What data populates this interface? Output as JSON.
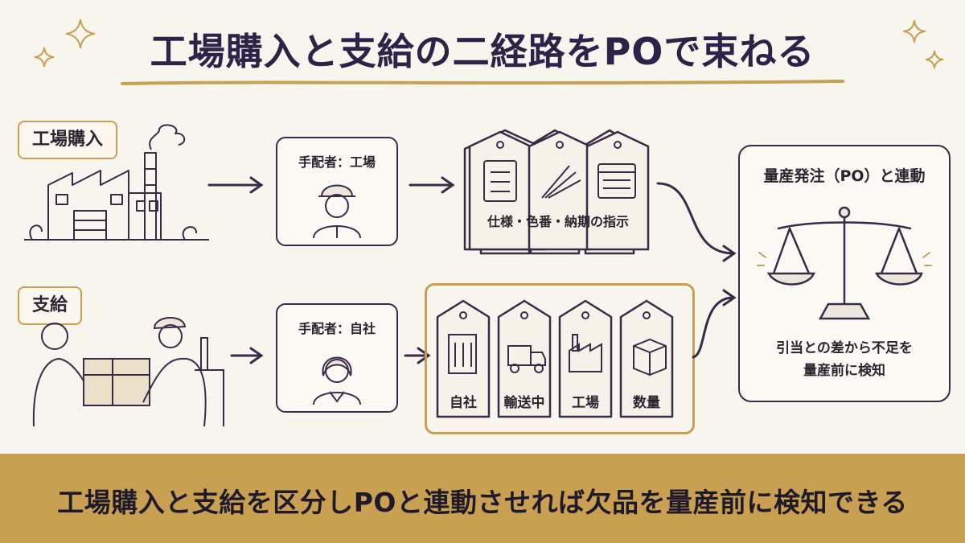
{
  "title": "工場購入と支給の二経路をPOで束ねる",
  "routes": {
    "factory": {
      "label": "工場購入",
      "arranger": "手配者：工場",
      "instruction": "仕様・色番・納期の指示"
    },
    "supply": {
      "label": "支給",
      "arranger": "手配者：自社",
      "tags": [
        "自社",
        "輸送中",
        "工場",
        "数量"
      ]
    }
  },
  "po": {
    "title": "量産発注（PO）と連動",
    "line1": "引当との差から不足を",
    "line2": "量産前に検知"
  },
  "footer": "工場購入と支給を区分しPOと連動させれば欠品を量産前に検知できる",
  "colors": {
    "background": "#f8f5ef",
    "ink": "#2b2348",
    "accent_gold": "#c9a052",
    "arrow": "#3a2a47"
  }
}
